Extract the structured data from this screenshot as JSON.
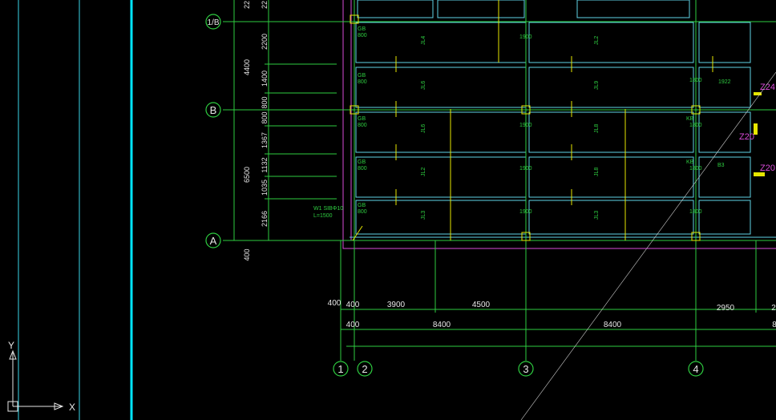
{
  "colors": {
    "background": "#000000",
    "axis_line": "#2ecc40",
    "dimension": "#2ecc40",
    "beam": "#5fd3e6",
    "boundary": "#d94bd9",
    "tag": "#e6e600",
    "column": "#e6e600",
    "label": "#d94bd9",
    "cyan_strong": "#00e5ff"
  },
  "row_axes": [
    {
      "label": "1/B"
    },
    {
      "label": "B"
    },
    {
      "label": "A"
    }
  ],
  "col_axes": [
    {
      "label": "1"
    },
    {
      "label": "2"
    },
    {
      "label": "3"
    },
    {
      "label": "4"
    }
  ],
  "left_dims": {
    "outer": [
      "4400",
      "6500"
    ],
    "inner": [
      "2200",
      "1400",
      "800",
      "800",
      "1367",
      "1132",
      "1035",
      "2166"
    ],
    "top_partial": [
      "22",
      "22"
    ],
    "bottom": "400"
  },
  "bottom_dims": {
    "row1": [
      "400",
      "400",
      "3900",
      "4500",
      "2950",
      "2"
    ],
    "row2": [
      "400",
      "8400",
      "8400",
      "8"
    ]
  },
  "beam_tags": [
    "GB",
    "800",
    "1900",
    "1900",
    "1800",
    "1800",
    "JL4",
    "JL2",
    "JL6",
    "JL9",
    "JL6",
    "JL8",
    "JL2",
    "JL3"
  ],
  "labels": {
    "note_line1": "W1 SIBΦ10",
    "note_line2": "L=1500",
    "z_labels": [
      "Z24",
      "Z20",
      "Z20"
    ],
    "b_labels": [
      "KB",
      "B3",
      "KB",
      "1922"
    ]
  },
  "ucs": {
    "x": "X",
    "y": "Y"
  }
}
